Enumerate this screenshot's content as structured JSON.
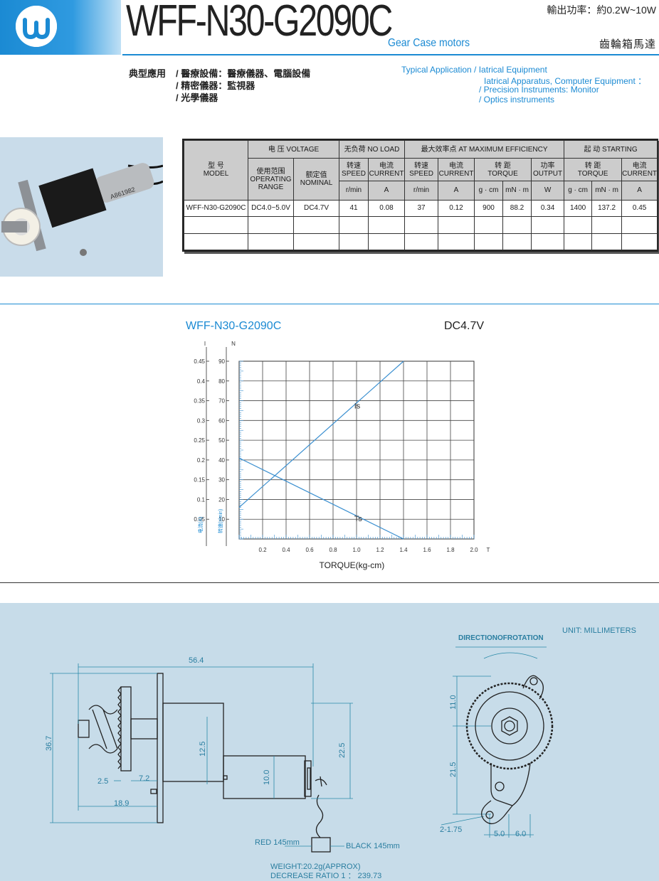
{
  "header": {
    "model": "WFF-N30-G2090C",
    "subtitle": "Gear Case motors",
    "power": "輸出功率：約0.2W~10W",
    "category": "齒輪箱馬達"
  },
  "applications": {
    "label_cn": "典型應用",
    "items_cn": [
      "/ 醫療設備：醫療儀器、電腦設備",
      "/ 精密儀器：監視器",
      "/ 光學儀器"
    ],
    "items_en": [
      "Typical Application / Iatrical Equipment",
      "Iatrical Apparatus, Computer Equipment ：",
      "/ Precision Instruments: Monitor",
      "/ Optics instruments"
    ]
  },
  "photo": {
    "label": "A861982"
  },
  "spec_table": {
    "model_header": [
      "型 号",
      "MODEL"
    ],
    "groups": {
      "voltage": "电 压  VOLTAGE",
      "no_load": "无负荷  NO LOAD",
      "max_eff": "最大效率点  AT MAXIMUM EFFICIENCY",
      "starting": "起   动  STARTING"
    },
    "sub": {
      "op_range": [
        "使用范围",
        "OPERATING",
        "RANGE"
      ],
      "nominal": [
        "额定值",
        "NOMINAL"
      ],
      "nl_speed": [
        "转速",
        "SPEED"
      ],
      "nl_current": [
        "电流",
        "CURRENT"
      ],
      "me_speed": [
        "转速",
        "SPEED"
      ],
      "me_current": [
        "电流",
        "CURRENT"
      ],
      "me_torque": [
        "转   距",
        "TORQUE"
      ],
      "me_output": [
        "功率",
        "OUTPUT"
      ],
      "st_torque": [
        "转   距",
        "TORQUE"
      ],
      "st_current": [
        "电流",
        "CURRENT"
      ]
    },
    "units": [
      "r/min",
      "A",
      "r/min",
      "A",
      "g · cm",
      "mN · m",
      "W",
      "g · cm",
      "mN · m",
      "A"
    ],
    "row": [
      "WFF-N30-G2090C",
      "DC4.0~5.0V",
      "DC4.7V",
      "41",
      "0.08",
      "37",
      "0.12",
      "900",
      "88.2",
      "0.34",
      "1400",
      "137.2",
      "0.45"
    ]
  },
  "chart_title": "WFF-N30-G2090C",
  "chart_voltage": "DC4.7V",
  "chart_data": {
    "type": "line",
    "xlabel": "TORQUE(kg-cm)",
    "x_axis_end_label": "T",
    "left_axis_label": "I",
    "right_axis_label": "N",
    "xlim": [
      0,
      2.0
    ],
    "x_ticks": [
      "0.2",
      "0.4",
      "0.6",
      "0.8",
      "1.0",
      "1.2",
      "1.4",
      "1.6",
      "1.8",
      "2.0"
    ],
    "current_ticks": [
      "0.05",
      "0.1",
      "0.15",
      "0.2",
      "0.25",
      "0.3",
      "0.35",
      "0.4",
      "0.45"
    ],
    "speed_ticks": [
      "10",
      "20",
      "30",
      "40",
      "50",
      "60",
      "70",
      "80",
      "90"
    ],
    "current_axis_title": "电流(A)",
    "speed_axis_title": "转速(r/min)",
    "ylim_current": [
      0,
      0.45
    ],
    "ylim_speed": [
      0,
      90
    ],
    "grid": true,
    "series": [
      {
        "name": "Is",
        "axis": "current",
        "color": "#3a8fd0",
        "x": [
          0,
          1.4
        ],
        "y": [
          0.08,
          0.45
        ]
      },
      {
        "name": "Ts",
        "axis": "speed",
        "color": "#3a8fd0",
        "x": [
          0,
          1.4
        ],
        "y": [
          41,
          0
        ]
      }
    ]
  },
  "drawing": {
    "unit": "UNIT: MILLIMETERS",
    "direction": "DIRECTIONOFROTATION",
    "dims": {
      "total_length": "56.4",
      "height": "36.7",
      "d25": "2.5",
      "d72": "7.2",
      "d189": "18.9",
      "d125": "12.5",
      "d100": "10.0",
      "d225": "22.5",
      "d110": "11.0",
      "d215": "21.5",
      "holes": "2-1.75",
      "d50": "5.0",
      "d60": "6.0"
    },
    "red_wire": "RED 145mm",
    "black_wire": "BLACK 145mm",
    "weight": "WEIGHT:20.2g(APPROX)",
    "ratio": "DECREASE RATIO 1 ： 239.73"
  },
  "colors": {
    "accent": "#1b8ad3",
    "drawing_bg": "#c7dce9",
    "table_header": "#cccccc"
  }
}
